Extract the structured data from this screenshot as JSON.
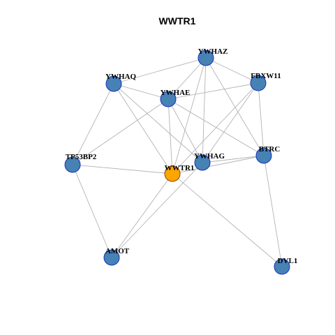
{
  "title": "WWTR1",
  "colors": {
    "node_fill": "#4682b4",
    "node_stroke": "#1a2fbf",
    "focus_fill": "#ffa500",
    "focus_stroke": "#8b4513",
    "edge": "#b3b3b3"
  },
  "nodes": [
    {
      "id": "YWHAZ",
      "label": "YWHAZ",
      "focus": false
    },
    {
      "id": "YWHAQ",
      "label": "YWHAQ",
      "focus": false
    },
    {
      "id": "FBXW11",
      "label": "FBXW11",
      "focus": false
    },
    {
      "id": "YWHAE",
      "label": "YWHAE",
      "focus": false
    },
    {
      "id": "TP53BP2",
      "label": "TP53BP2",
      "focus": false
    },
    {
      "id": "BTRC",
      "label": "BTRC",
      "focus": false
    },
    {
      "id": "YWHAG",
      "label": "YWHAG",
      "focus": false
    },
    {
      "id": "WWTR1",
      "label": "WWTR1",
      "focus": true
    },
    {
      "id": "AMOT",
      "label": "AMOT",
      "focus": false
    },
    {
      "id": "DVL1",
      "label": "DVL1",
      "focus": false
    }
  ],
  "edges": [
    [
      "YWHAQ",
      "YWHAZ"
    ],
    [
      "YWHAZ",
      "FBXW11"
    ],
    [
      "YWHAZ",
      "YWHAE"
    ],
    [
      "YWHAZ",
      "YWHAG"
    ],
    [
      "YWHAZ",
      "WWTR1"
    ],
    [
      "YWHAZ",
      "BTRC"
    ],
    [
      "YWHAQ",
      "YWHAE"
    ],
    [
      "YWHAQ",
      "TP53BP2"
    ],
    [
      "YWHAQ",
      "WWTR1"
    ],
    [
      "YWHAQ",
      "YWHAG"
    ],
    [
      "YWHAE",
      "FBXW11"
    ],
    [
      "YWHAE",
      "TP53BP2"
    ],
    [
      "YWHAE",
      "WWTR1"
    ],
    [
      "YWHAE",
      "YWHAG"
    ],
    [
      "YWHAE",
      "BTRC"
    ],
    [
      "FBXW11",
      "WWTR1"
    ],
    [
      "FBXW11",
      "YWHAG"
    ],
    [
      "FBXW11",
      "BTRC"
    ],
    [
      "TP53BP2",
      "WWTR1"
    ],
    [
      "TP53BP2",
      "AMOT"
    ],
    [
      "WWTR1",
      "BTRC"
    ],
    [
      "WWTR1",
      "AMOT"
    ],
    [
      "WWTR1",
      "DVL1"
    ],
    [
      "YWHAG",
      "BTRC"
    ],
    [
      "YWHAG",
      "AMOT"
    ],
    [
      "BTRC",
      "DVL1"
    ]
  ]
}
